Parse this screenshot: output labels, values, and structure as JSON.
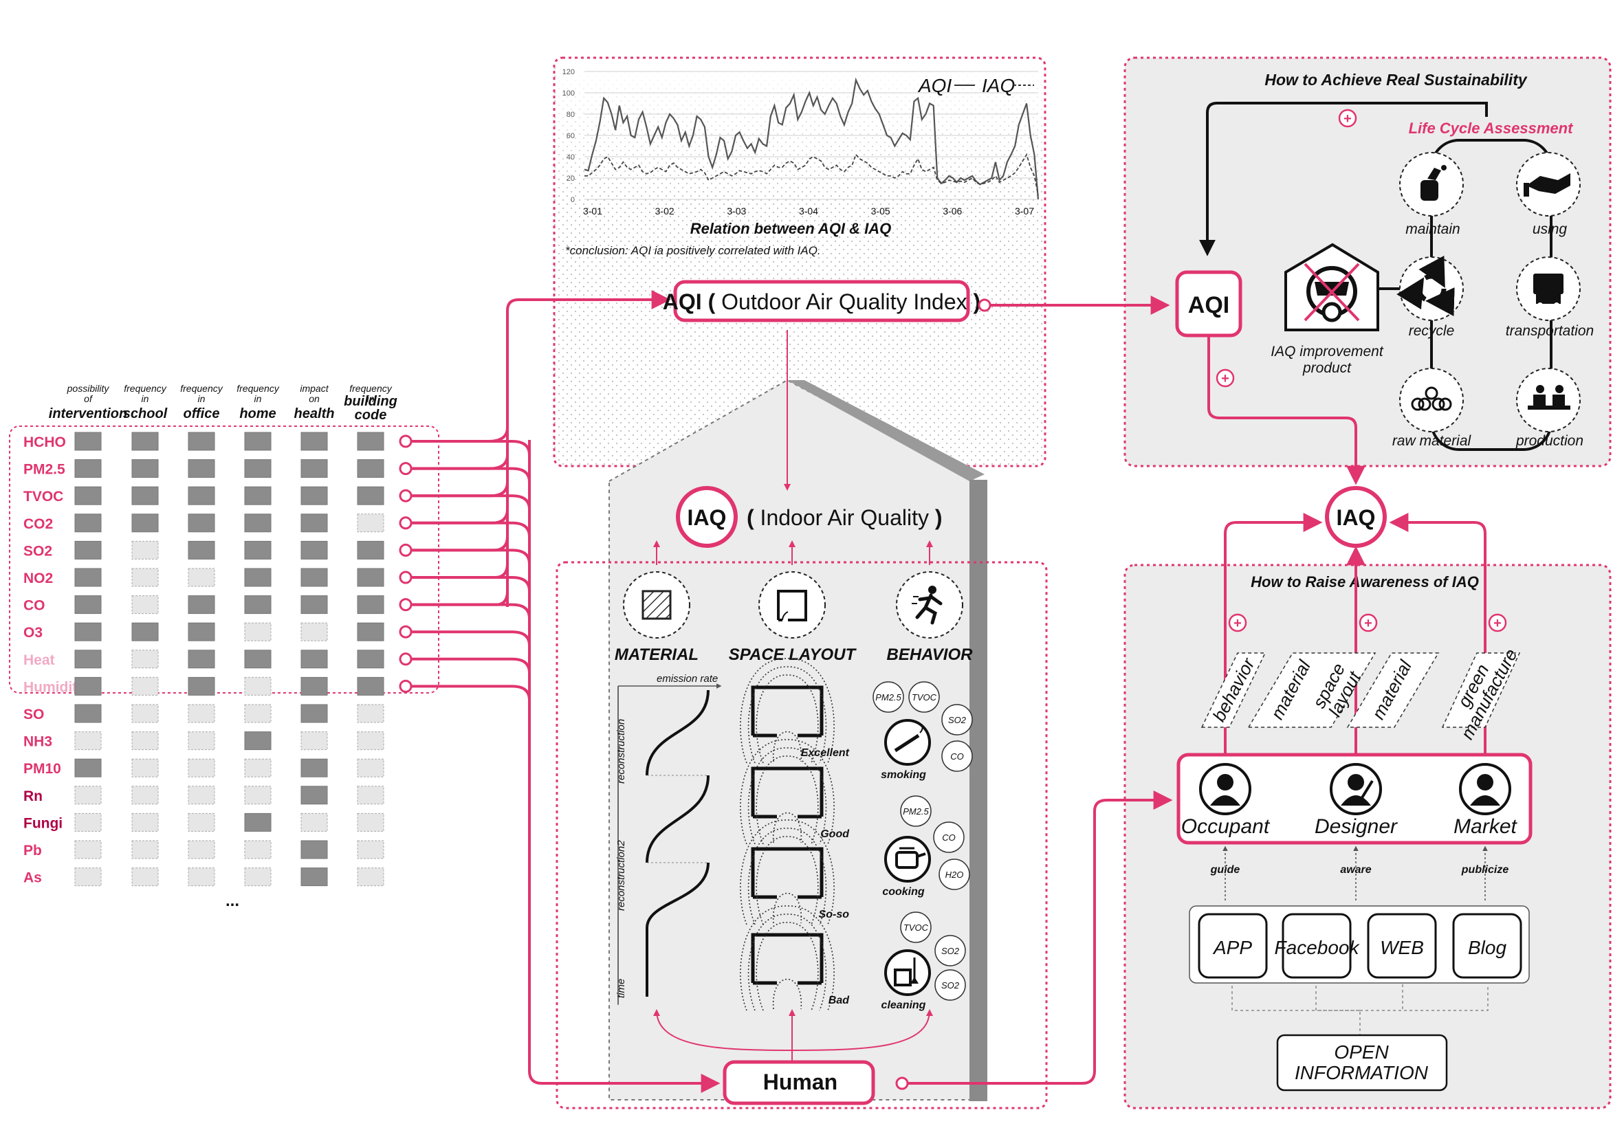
{
  "colors": {
    "accent": "#e0356f",
    "accent_light": "#f2a9c4",
    "dark_red": "#b00045",
    "panel_gray": "#ececec",
    "ink": "#111111",
    "cell_dark": "#8c8c8c",
    "cell_light": "#e6e6e6"
  },
  "matrix": {
    "headers": [
      {
        "small": "possibility of",
        "big": "intervention"
      },
      {
        "small": "frequency in",
        "big": "school"
      },
      {
        "small": "frequency in",
        "big": "office"
      },
      {
        "small": "frequency in",
        "big": "home"
      },
      {
        "small": "impact on",
        "big": "health"
      },
      {
        "small": "frequency in",
        "big": "building code"
      }
    ],
    "rows": [
      {
        "label": "HCHO",
        "cells": [
          1,
          1,
          1,
          1,
          1,
          1
        ],
        "tone": "pink",
        "connected": true
      },
      {
        "label": "PM2.5",
        "cells": [
          1,
          1,
          1,
          1,
          1,
          1
        ],
        "tone": "pink",
        "connected": true
      },
      {
        "label": "TVOC",
        "cells": [
          1,
          1,
          1,
          1,
          1,
          1
        ],
        "tone": "pink",
        "connected": true
      },
      {
        "label": "CO2",
        "cells": [
          1,
          1,
          1,
          1,
          1,
          0
        ],
        "tone": "pink",
        "connected": true
      },
      {
        "label": "SO2",
        "cells": [
          1,
          0,
          1,
          1,
          1,
          1
        ],
        "tone": "pink",
        "connected": true
      },
      {
        "label": "NO2",
        "cells": [
          1,
          0,
          0,
          1,
          1,
          1
        ],
        "tone": "pink",
        "connected": true
      },
      {
        "label": "CO",
        "cells": [
          1,
          0,
          1,
          1,
          1,
          1
        ],
        "tone": "pink",
        "connected": true
      },
      {
        "label": "O3",
        "cells": [
          1,
          1,
          1,
          0,
          0,
          1
        ],
        "tone": "pink",
        "connected": true
      },
      {
        "label": "Heat",
        "cells": [
          1,
          0,
          1,
          1,
          1,
          1
        ],
        "tone": "light",
        "connected": true
      },
      {
        "label": "Humidity",
        "cells": [
          1,
          0,
          1,
          0,
          1,
          1
        ],
        "tone": "light",
        "connected": true
      },
      {
        "label": "SO",
        "cells": [
          1,
          0,
          0,
          0,
          1,
          0
        ],
        "tone": "pink",
        "connected": false
      },
      {
        "label": "NH3",
        "cells": [
          0,
          0,
          0,
          1,
          0,
          0
        ],
        "tone": "pink",
        "connected": false
      },
      {
        "label": "PM10",
        "cells": [
          1,
          0,
          0,
          0,
          1,
          0
        ],
        "tone": "pink",
        "connected": false
      },
      {
        "label": "Rn",
        "cells": [
          0,
          0,
          0,
          0,
          1,
          0
        ],
        "tone": "dark",
        "connected": false
      },
      {
        "label": "Fungi",
        "cells": [
          0,
          0,
          0,
          1,
          0,
          0
        ],
        "tone": "dark",
        "connected": false
      },
      {
        "label": "Pb",
        "cells": [
          0,
          0,
          0,
          0,
          1,
          0
        ],
        "tone": "pink",
        "connected": false
      },
      {
        "label": "As",
        "cells": [
          0,
          0,
          0,
          0,
          1,
          0
        ],
        "tone": "pink",
        "connected": false
      }
    ],
    "ellipsis": "..."
  },
  "chart_data": {
    "type": "line",
    "title": "Relation between  AQI & IAQ",
    "note": "*conclusion: AQI ia positively correlated with IAQ.",
    "legend": {
      "a": "AQI",
      "b": "IAQ"
    },
    "ylim": [
      0,
      120
    ],
    "yticks": [
      0,
      20,
      40,
      60,
      80,
      100,
      120
    ],
    "xticks": [
      "3-01",
      "3-02",
      "3-03",
      "3-04",
      "3-05",
      "3-06",
      "3-07"
    ],
    "series": [
      {
        "name": "AQI",
        "style": "solid",
        "values": [
          28,
          27,
          42,
          55,
          73,
          95,
          91,
          80,
          65,
          88,
          72,
          78,
          60,
          58,
          75,
          82,
          68,
          52,
          60,
          68,
          58,
          72,
          80,
          76,
          70,
          55,
          63,
          50,
          60,
          78,
          75,
          68,
          40,
          30,
          42,
          58,
          55,
          38,
          45,
          60,
          63,
          55,
          48,
          52,
          44,
          57,
          52,
          50,
          78,
          88,
          72,
          70,
          86,
          90,
          98,
          75,
          82,
          92,
          100,
          88,
          96,
          84,
          80,
          88,
          95,
          90,
          78,
          70,
          82,
          90,
          112,
          104,
          98,
          102,
          92,
          85,
          80,
          70,
          60,
          58,
          50,
          56,
          62,
          60,
          56,
          92,
          95,
          75,
          80,
          90,
          88,
          20,
          15,
          18,
          22,
          20,
          16,
          20,
          18,
          20,
          22,
          17,
          14,
          16,
          18,
          20,
          35,
          18,
          22,
          35,
          42,
          50,
          70,
          80,
          90,
          60,
          42,
          0
        ]
      },
      {
        "name": "IAQ",
        "style": "dashed",
        "values": [
          22,
          22,
          25,
          28,
          32,
          38,
          40,
          34,
          28,
          30,
          35,
          30,
          28,
          30,
          32,
          26,
          24,
          25,
          28,
          30,
          28,
          26,
          32,
          34,
          30,
          28,
          26,
          24,
          25,
          26,
          28,
          25,
          18,
          20,
          22,
          24,
          26,
          24,
          22,
          24,
          27,
          26,
          25,
          24,
          26,
          27,
          26,
          24,
          28,
          32,
          30,
          30,
          34,
          36,
          34,
          28,
          30,
          32,
          38,
          40,
          38,
          36,
          30,
          28,
          30,
          32,
          28,
          26,
          30,
          32,
          42,
          38,
          36,
          34,
          30,
          28,
          26,
          24,
          22,
          22,
          20,
          22,
          26,
          24,
          24,
          32,
          38,
          28,
          26,
          28,
          30,
          18,
          15,
          16,
          18,
          17,
          16,
          17,
          16,
          18,
          20,
          16,
          14,
          15,
          16,
          18,
          22,
          16,
          18,
          20,
          22,
          25,
          30,
          36,
          42,
          30,
          22,
          4
        ]
      }
    ]
  },
  "aqi_center": {
    "bold": "AQI",
    "paren_open": "(",
    "rest": "Outdoor Air Quality Index",
    "paren_close": ")"
  },
  "iaq_center": {
    "bold": "IAQ",
    "paren_open": "(",
    "rest": "Indoor Air Quality",
    "paren_close": ")"
  },
  "factors": [
    {
      "label": "MATERIAL",
      "icon": "material-icon"
    },
    {
      "label": "SPACE LAYOUT",
      "icon": "floorplan-icon"
    },
    {
      "label": "BEHAVIOR",
      "icon": "running-person-icon"
    }
  ],
  "material_panel": {
    "emission_rate": "emission rate",
    "reconstruction": "reconstruction",
    "reconstruction2": "reconstruction2",
    "time": "time"
  },
  "layouts": [
    "Excellent",
    "Good",
    "So-so",
    "Bad"
  ],
  "behaviors": [
    {
      "label": "smoking",
      "icon": "cigarette-icon",
      "bubbles": [
        "PM2.5",
        "TVOC",
        "SO2",
        "CO"
      ]
    },
    {
      "label": "cooking",
      "icon": "pot-icon",
      "bubbles": [
        "PM2.5",
        "CO",
        "H2O"
      ]
    },
    {
      "label": "cleaning",
      "icon": "bucket-icon",
      "bubbles": [
        "TVOC",
        "SO2",
        "SO2"
      ]
    }
  ],
  "human_label": "Human",
  "sustainability": {
    "title": "How to Achieve Real Sustainability",
    "lca": "Life Cycle Assessment",
    "aqi": "AQI",
    "product": [
      "IAQ improvement",
      "product"
    ],
    "stages": [
      {
        "label": "maintain",
        "icon": "hand-spray-icon"
      },
      {
        "label": "using",
        "icon": "handshake-icon"
      },
      {
        "label": "recycle",
        "icon": "recycle-icon"
      },
      {
        "label": "transportation",
        "icon": "truck-icon"
      },
      {
        "label": "raw material",
        "icon": "raw-material-icon"
      },
      {
        "label": "production",
        "icon": "workers-icon"
      }
    ],
    "plus": "+"
  },
  "iaq_right": "IAQ",
  "awareness": {
    "title": "How to Raise Awareness of IAQ",
    "tags": [
      [
        "behavior"
      ],
      [
        "material"
      ],
      [
        "space",
        "layout"
      ],
      [
        "material"
      ],
      [
        "green",
        "manufacture"
      ]
    ],
    "actors": [
      "Occupant",
      "Designer",
      "Market"
    ],
    "links": [
      "guide",
      "aware",
      "publicize"
    ],
    "media": [
      "APP",
      "Facebook",
      "WEB",
      "Blog"
    ],
    "open_info": [
      "OPEN",
      "INFORMATION"
    ]
  }
}
